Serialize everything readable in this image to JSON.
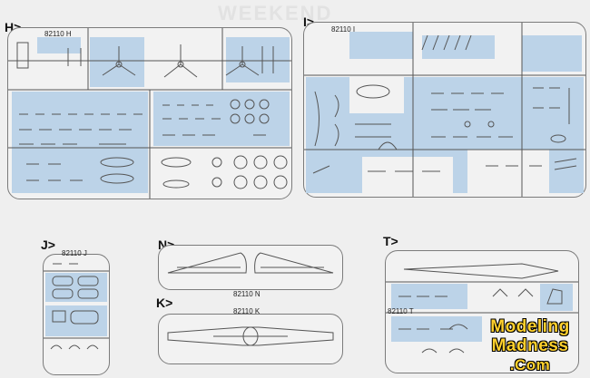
{
  "sheet": {
    "bg_text": "WEEKEND",
    "sections": [
      {
        "id": "H",
        "label": "H>",
        "code": "82110 H"
      },
      {
        "id": "I",
        "label": "I>",
        "code": "82110 I"
      },
      {
        "id": "J",
        "label": "J>",
        "code": "82110 J"
      },
      {
        "id": "N",
        "label": "N>",
        "code": "82110 N"
      },
      {
        "id": "K",
        "label": "K>",
        "code": "82110 K"
      },
      {
        "id": "T",
        "label": "T>",
        "code": "82110 T"
      }
    ]
  },
  "watermark": {
    "line1": "Modeling",
    "line2": "Madness",
    ".com": ".Com",
    "line3": ".Com"
  },
  "colors": {
    "highlight": "#bcd3e8",
    "line": "#5a5a5a",
    "sprue": "#7b7b7b",
    "logo": "#ffd02c"
  }
}
